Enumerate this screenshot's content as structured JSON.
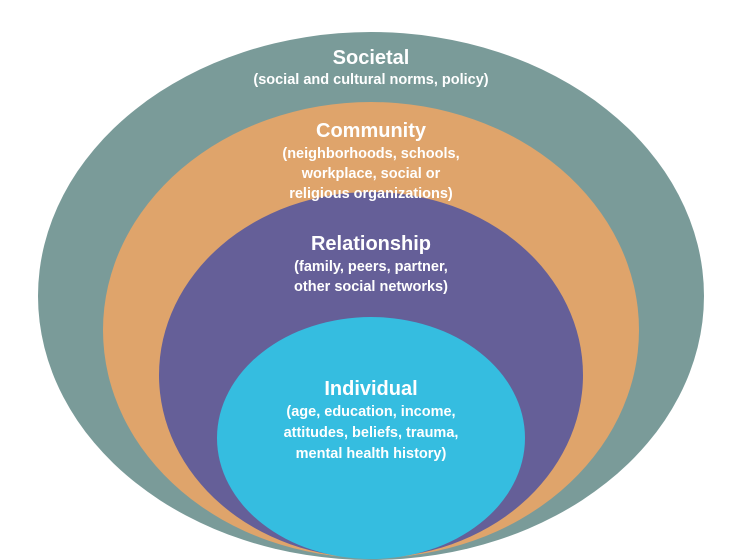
{
  "diagram": {
    "layers": [
      {
        "key": "societal",
        "title": "Societal",
        "lines": [
          "(social and cultural norms, policy)"
        ],
        "color": "#7a9b99"
      },
      {
        "key": "community",
        "title": "Community",
        "lines": [
          "(neighborhoods, schools,",
          "workplace, social or",
          "religious organizations)"
        ],
        "color": "#dfa46b"
      },
      {
        "key": "relationship",
        "title": "Relationship",
        "lines": [
          "(family, peers, partner,",
          "other social networks)"
        ],
        "color": "#655f98"
      },
      {
        "key": "individual",
        "title": "Individual",
        "lines": [
          "(age, education, income,",
          "attitudes, beliefs, trauma,",
          "mental health history)"
        ],
        "color": "#35bde0"
      }
    ]
  }
}
